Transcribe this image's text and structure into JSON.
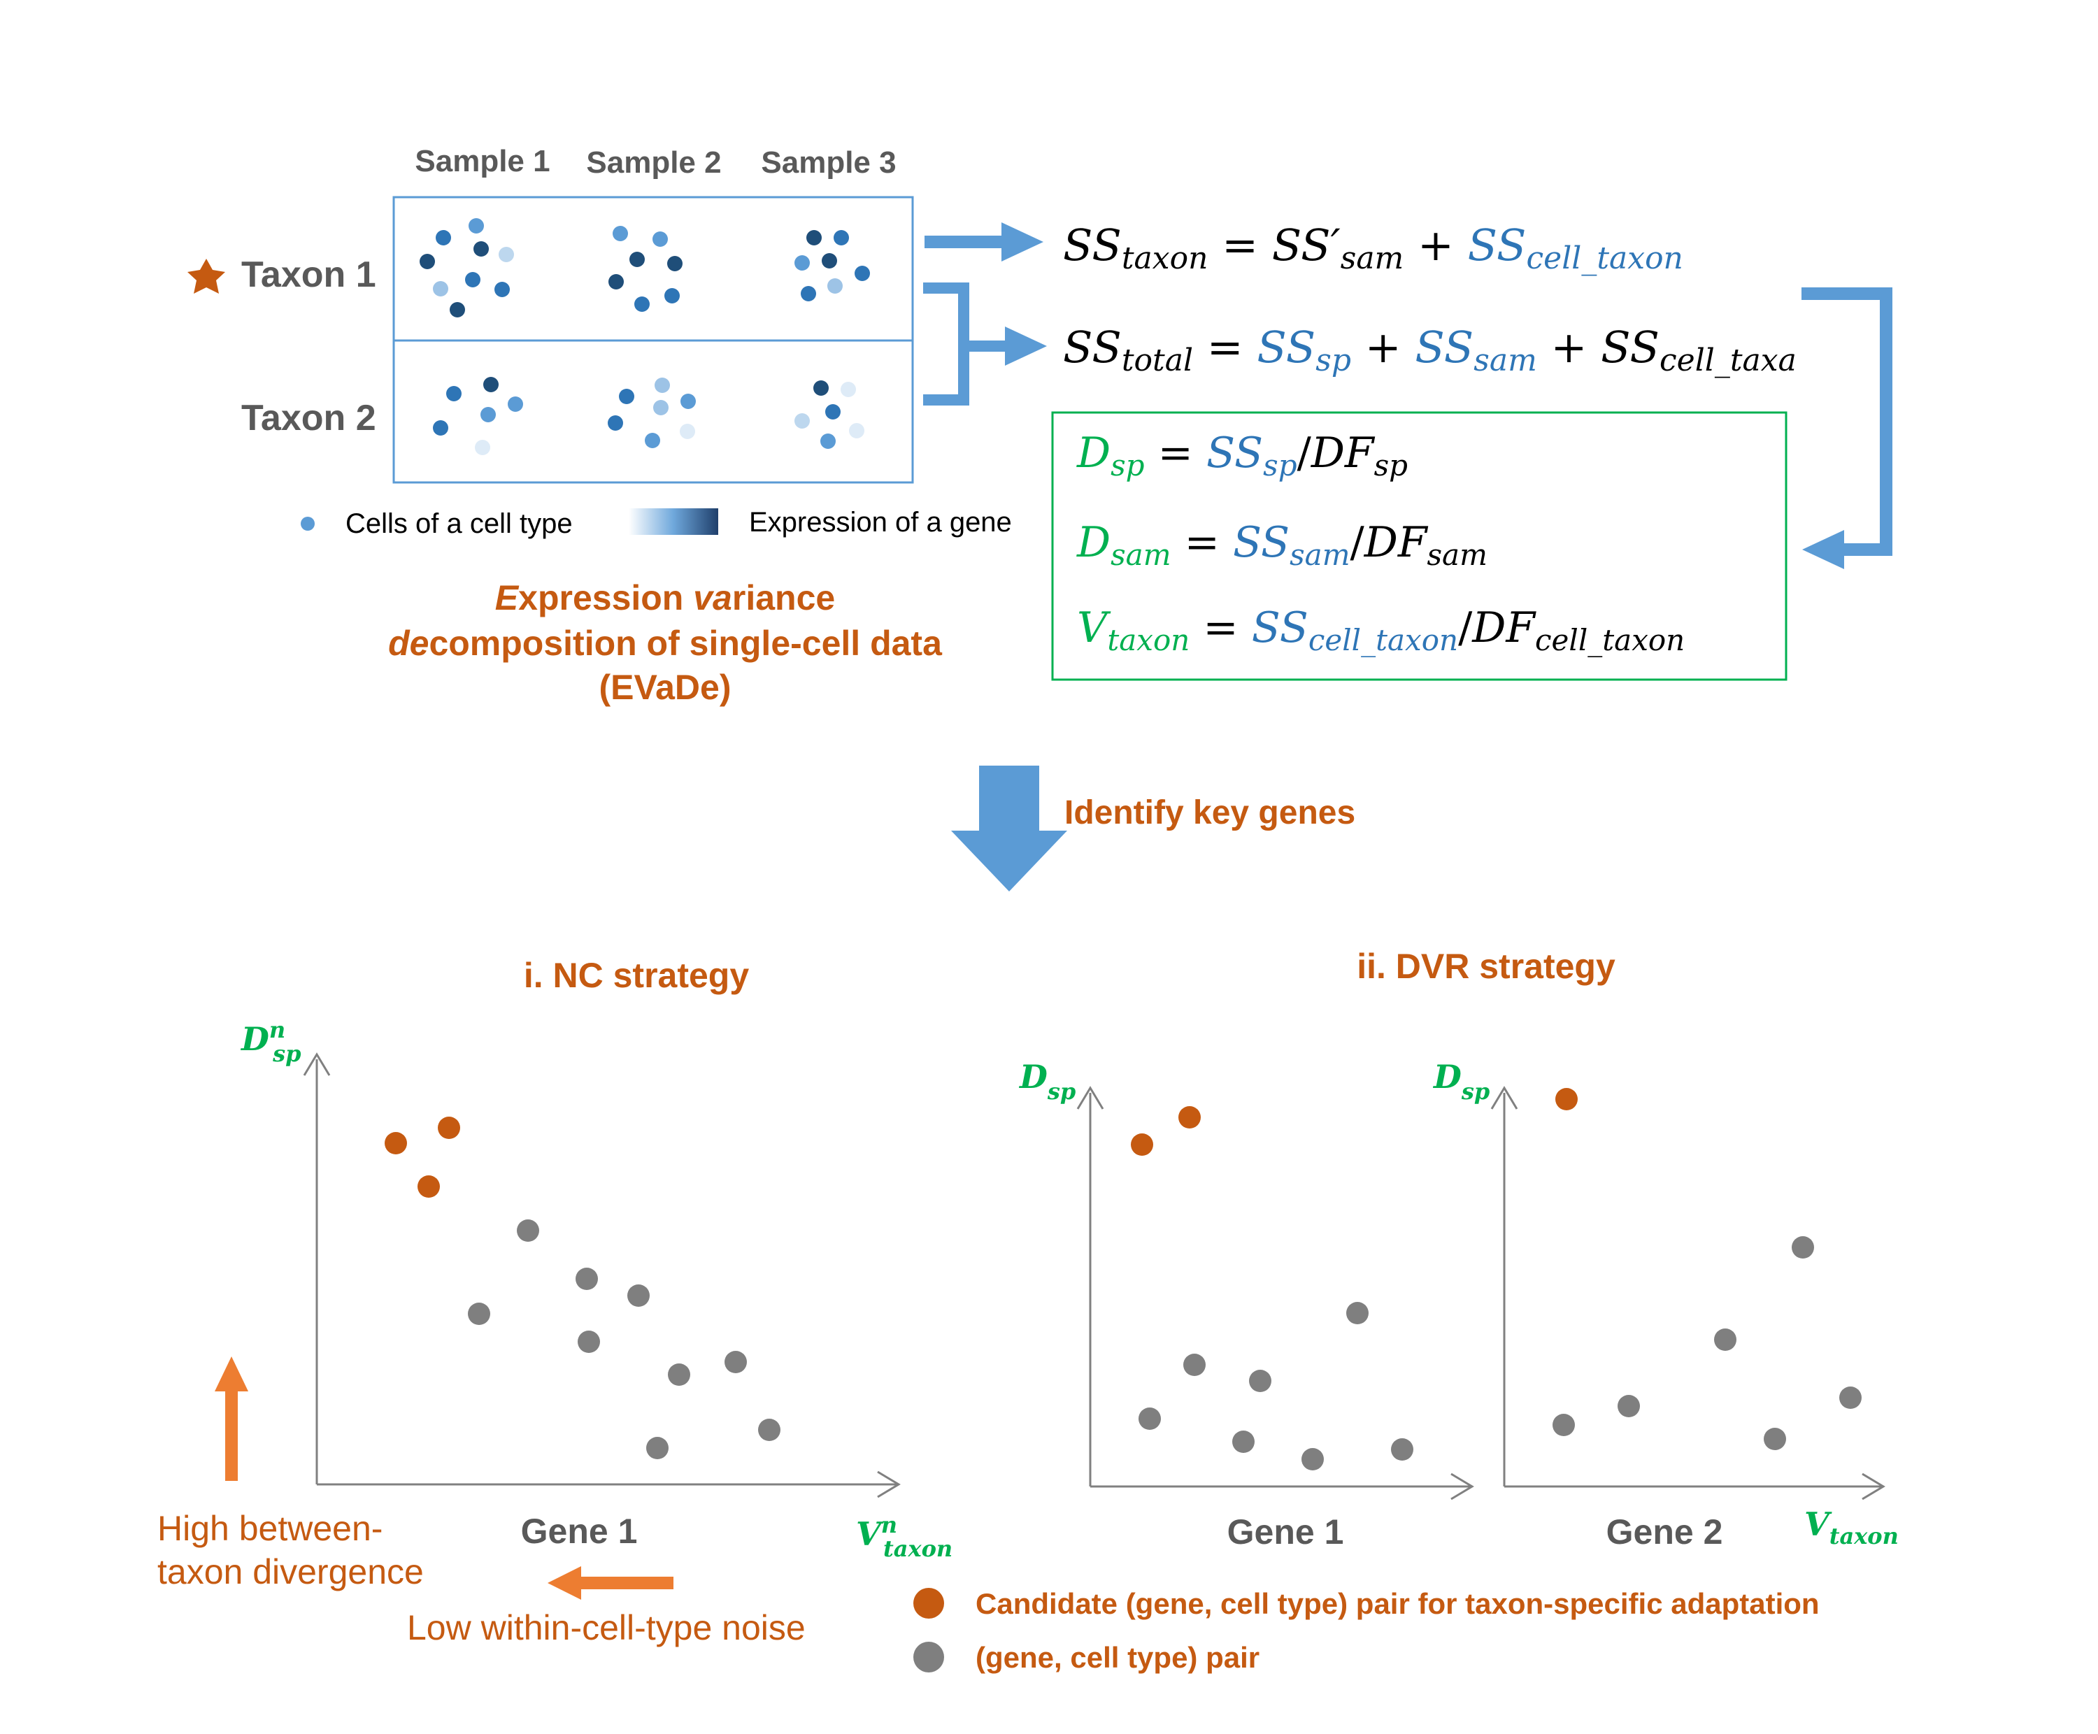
{
  "colors": {
    "blue": "#5b9bd5",
    "eq_blue": "#2e75b6",
    "green": "#00b050",
    "orange": "#c55a11",
    "orange_arrow": "#ed7d31",
    "gray_point": "#7f7f7f",
    "axis": "#808080",
    "label_gray": "#595959"
  },
  "samples": [
    "Sample 1",
    "Sample 2",
    "Sample 3"
  ],
  "taxa": [
    "Taxon 1",
    "Taxon 2"
  ],
  "marker_icon": "star-icon",
  "legend": {
    "cells": "Cells of a cell type",
    "expression": "Expression of a gene"
  },
  "method": {
    "line1_a": "E",
    "line1_b": "xpression ",
    "line1_c": "va",
    "line1_d": "riance",
    "line2_a": "de",
    "line2_b": "composition of single-cell data",
    "line3": "(EVaDe)"
  },
  "equations": {
    "eq1": {
      "lhs": "SS",
      "lhs_sub": "taxon",
      "t1": "SS′",
      "t1_sub": "sam",
      "t2": "SS",
      "t2_sub": "cell_taxon"
    },
    "eq2": {
      "lhs": "SS",
      "lhs_sub": "total",
      "t1": "SS",
      "t1_sub": "sp",
      "t2": "SS",
      "t2_sub": "sam",
      "t3": "SS",
      "t3_sub": "cell_taxa"
    },
    "eq3": {
      "lhs": "D",
      "lhs_sub": "sp",
      "num": "SS",
      "num_sub": "sp",
      "den": "DF",
      "den_sub": "sp"
    },
    "eq4": {
      "lhs": "D",
      "lhs_sub": "sam",
      "num": "SS",
      "num_sub": "sam",
      "den": "DF",
      "den_sub": "sam"
    },
    "eq5": {
      "lhs": "V",
      "lhs_sub": "taxon",
      "num": "SS",
      "num_sub": "cell_taxon",
      "den": "DF",
      "den_sub": "cell_taxon"
    }
  },
  "identify": "Identify key genes",
  "nc": {
    "title": "i. NC strategy",
    "ylabel": "D",
    "ylabel_sup": "n",
    "ylabel_sub": "sp",
    "xlabel": "V",
    "xlabel_sup": "n",
    "xlabel_sub": "taxon",
    "gene": "Gene 1",
    "high1": "High between-",
    "high2": "taxon divergence",
    "low": "Low within-cell-type noise"
  },
  "dvr": {
    "title": "ii. DVR strategy",
    "ylabel": "D",
    "ylabel_sub": "sp",
    "xlabel": "V",
    "xlabel_sub": "taxon",
    "gene1": "Gene 1",
    "gene2": "Gene 2"
  },
  "bottom_legend": {
    "candidate": "Candidate (gene, cell type) pair for taxon-specific adaptation",
    "pair": "(gene, cell type) pair"
  }
}
